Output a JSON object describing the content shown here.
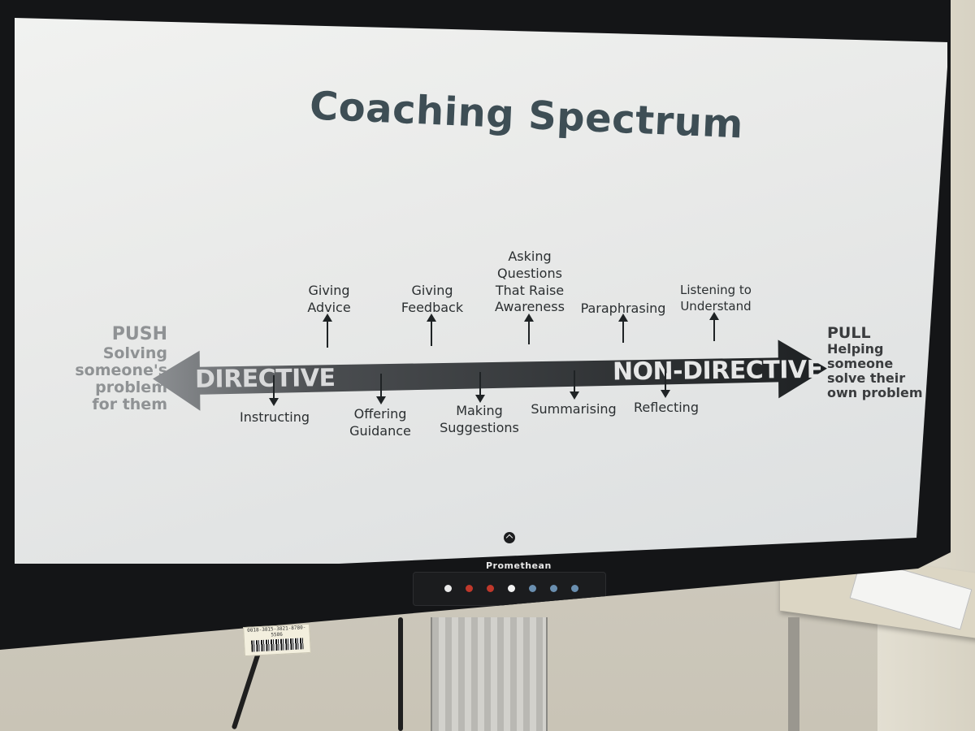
{
  "slide": {
    "title": "Coaching Spectrum",
    "push": {
      "head": "PUSH",
      "lines": [
        "Solving",
        "someone's",
        "problem",
        "for them"
      ]
    },
    "pull": {
      "head": "PULL",
      "lines": [
        "Helping",
        "someone",
        "solve their",
        "own problem"
      ]
    },
    "bar": {
      "left_label": "DIRECTIVE",
      "right_label": "NON-DIRECTIVE"
    },
    "terms_above": [
      {
        "lines": [
          "Giving",
          "Advice"
        ]
      },
      {
        "lines": [
          "Giving",
          "Feedback"
        ]
      },
      {
        "lines": [
          "Asking",
          "Questions",
          "That Raise",
          "Awareness"
        ]
      },
      {
        "lines": [
          "Paraphrasing"
        ]
      },
      {
        "lines": [
          "Listening to",
          "Understand"
        ]
      }
    ],
    "terms_below": [
      {
        "lines": [
          "Instructing"
        ]
      },
      {
        "lines": [
          "Offering",
          "Guidance"
        ]
      },
      {
        "lines": [
          "Making",
          "Suggestions"
        ]
      },
      {
        "lines": [
          "Summarising"
        ]
      },
      {
        "lines": [
          "Reflecting"
        ]
      }
    ]
  },
  "device": {
    "brand": "Promethean",
    "sticker_text": "0018-3815-3821-8780-5586"
  },
  "colors": {
    "title": "#3e4e55",
    "bar": "#2f3234",
    "push_text": "#8f9294",
    "pull_text": "#3a3c3e"
  }
}
